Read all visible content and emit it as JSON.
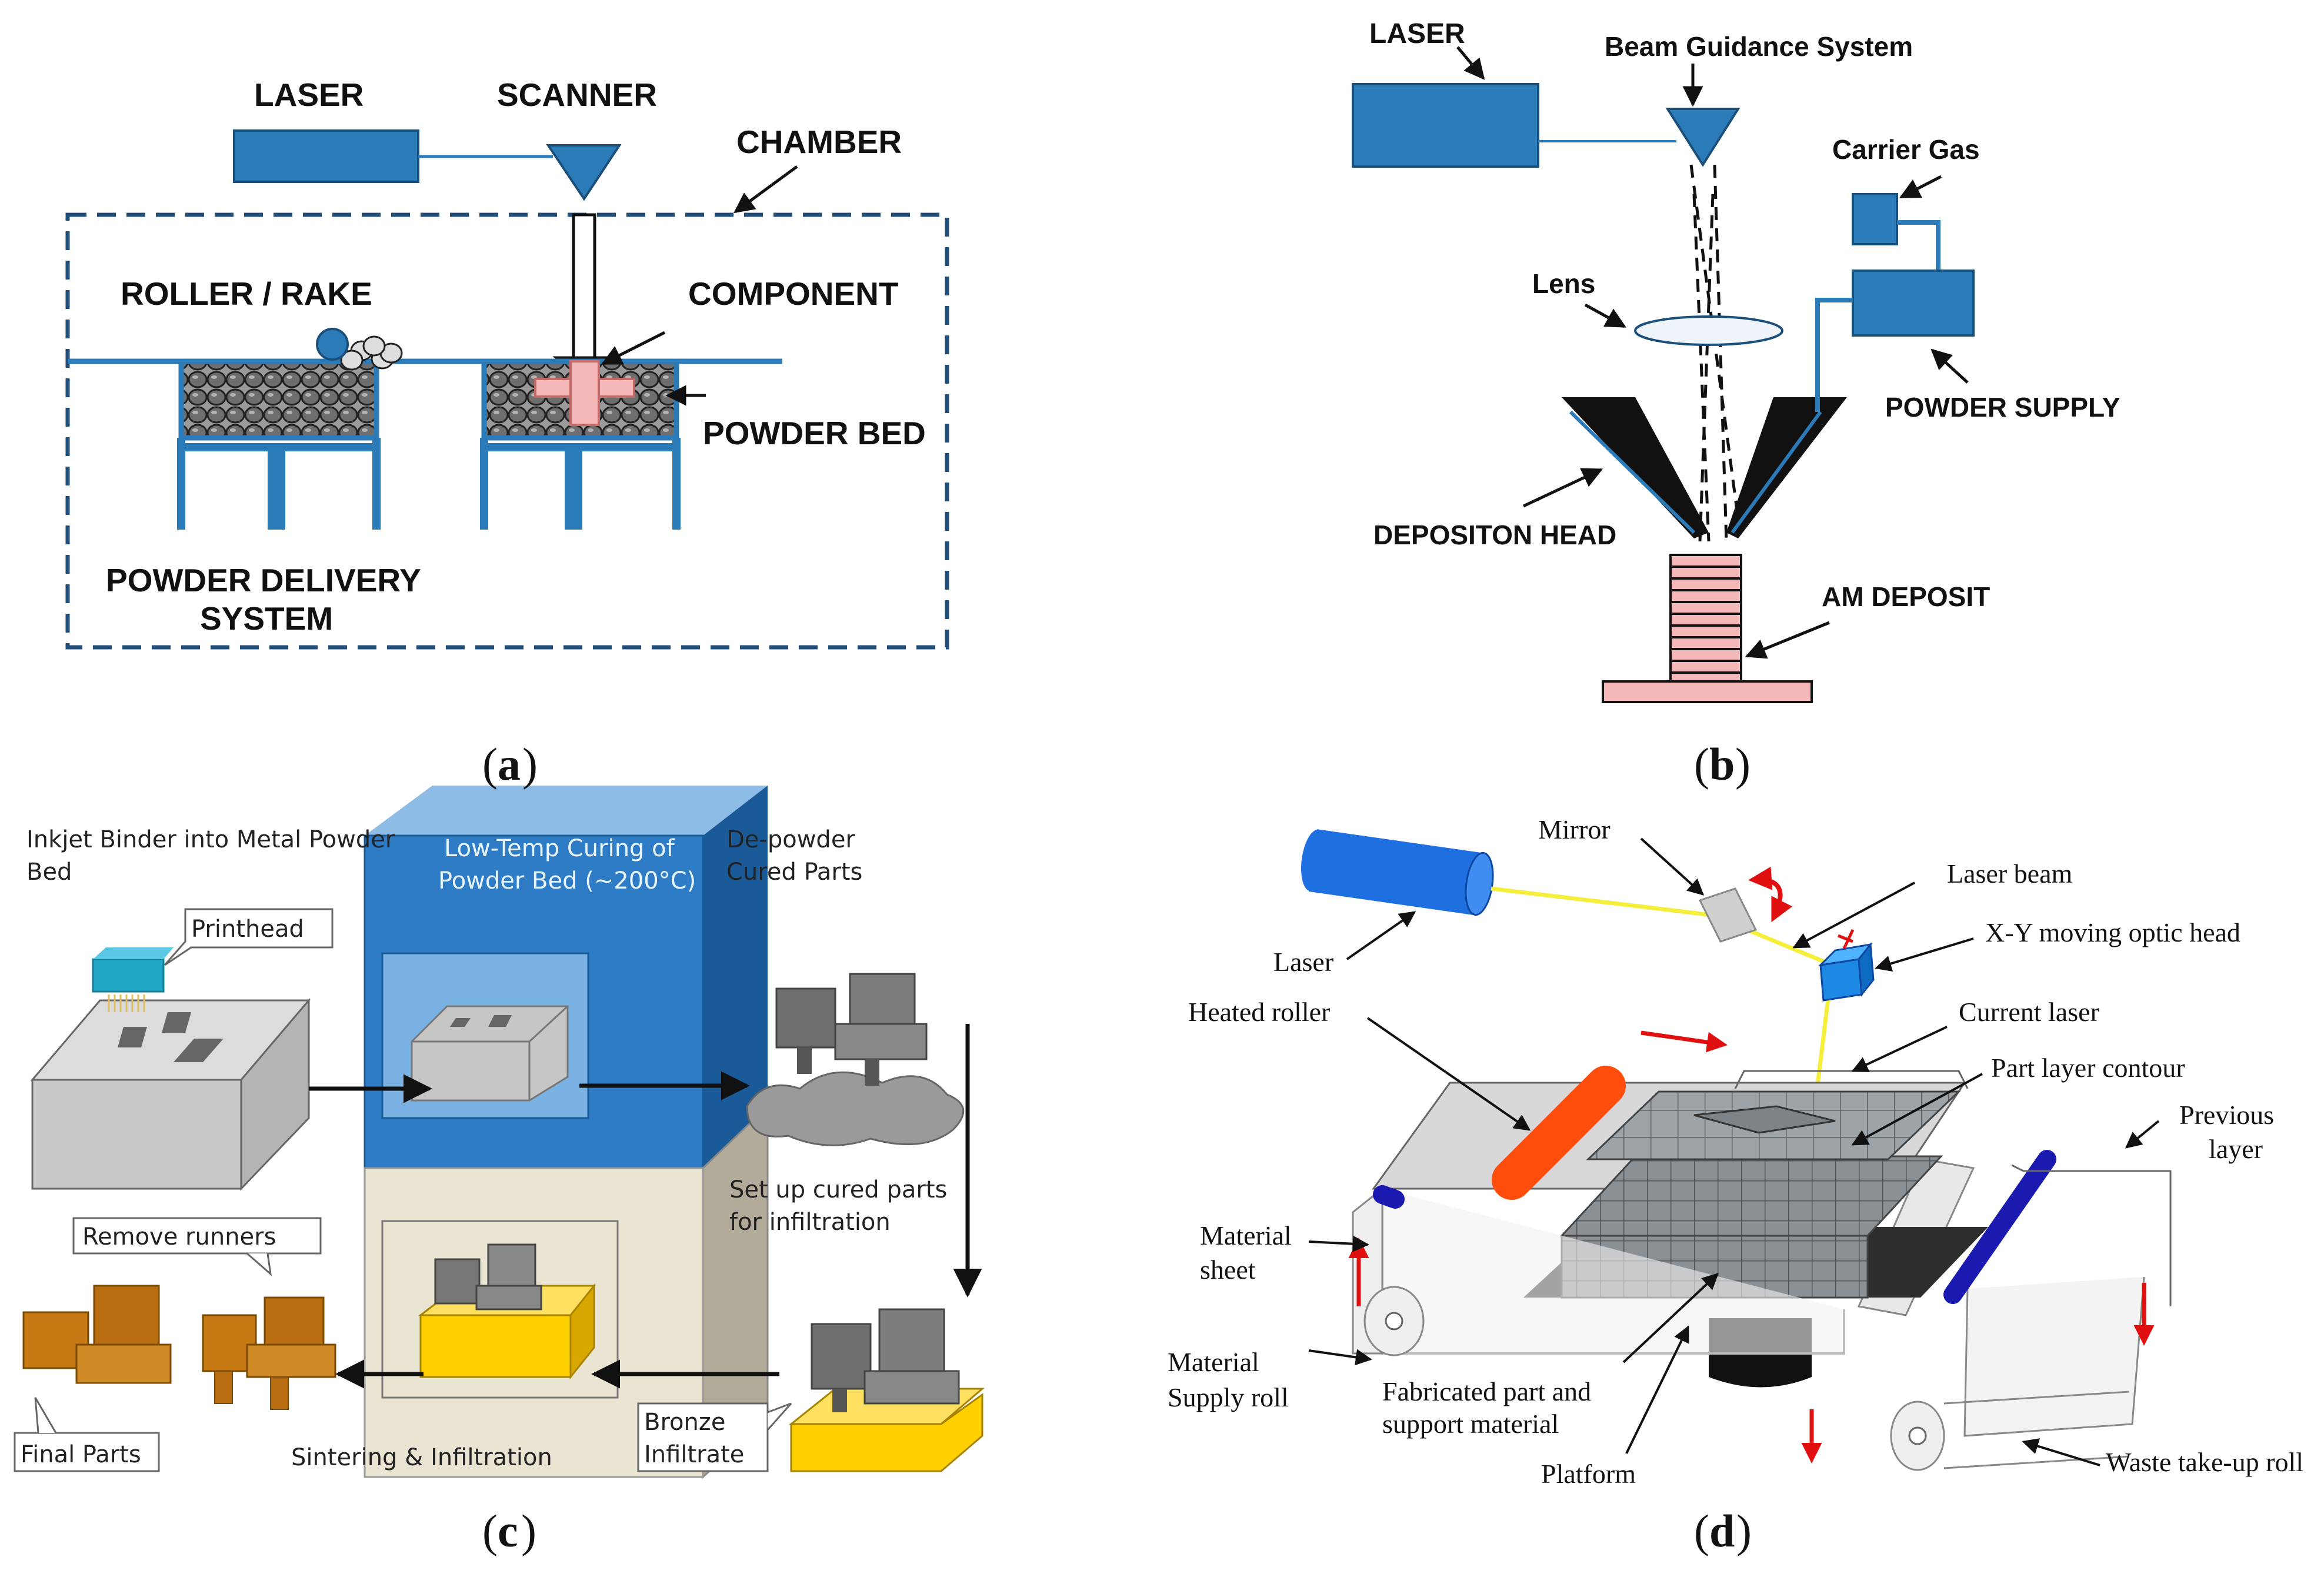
{
  "captions": {
    "a": "a",
    "b": "b",
    "c": "c",
    "d": "d"
  },
  "panel_a": {
    "laser": "LASER",
    "scanner": "SCANNER",
    "chamber": "CHAMBER",
    "roller": "ROLLER / RAKE",
    "component": "COMPONENT",
    "powder_bed": "POWDER BED",
    "delivery_1": "POWDER DELIVERY",
    "delivery_2": "SYSTEM"
  },
  "panel_b": {
    "laser": "LASER",
    "beam_guidance": "Beam Guidance System",
    "carrier_gas": "Carrier Gas",
    "lens": "Lens",
    "powder_supply": "POWDER SUPPLY",
    "deposition_head": "DEPOSITON HEAD",
    "am_deposit": "AM DEPOSIT"
  },
  "panel_c": {
    "inkjet_1": "Inkjet Binder into Metal Powder",
    "inkjet_2": "Bed",
    "printhead": "Printhead",
    "curing_1": "Low-Temp Curing of",
    "curing_2": "Powder Bed (~200°C)",
    "depowder_1": "De-powder",
    "depowder_2": "Cured Parts",
    "setup_1": "Set up cured parts",
    "setup_2": "for infiltration",
    "remove_runners": "Remove runners",
    "final_parts": "Final Parts",
    "sintering": "Sintering & Infiltration",
    "bronze_1": "Bronze",
    "bronze_2": "Infiltrate"
  },
  "panel_d": {
    "mirror": "Mirror",
    "laser_beam": "Laser beam",
    "xy_head": "X-Y moving optic head",
    "laser": "Laser",
    "heated_roller": "Heated roller",
    "current_laser": "Current laser",
    "part_layer": "Part layer contour",
    "previous_1": "Previous",
    "previous_2": "layer",
    "material_sheet_1": "Material",
    "material_sheet_2": "sheet",
    "material_supply_1": "Material",
    "material_supply_2": "Supply roll",
    "fabricated_1": "Fabricated part and",
    "fabricated_2": "support material",
    "platform": "Platform",
    "waste": "Waste take-up roll"
  }
}
